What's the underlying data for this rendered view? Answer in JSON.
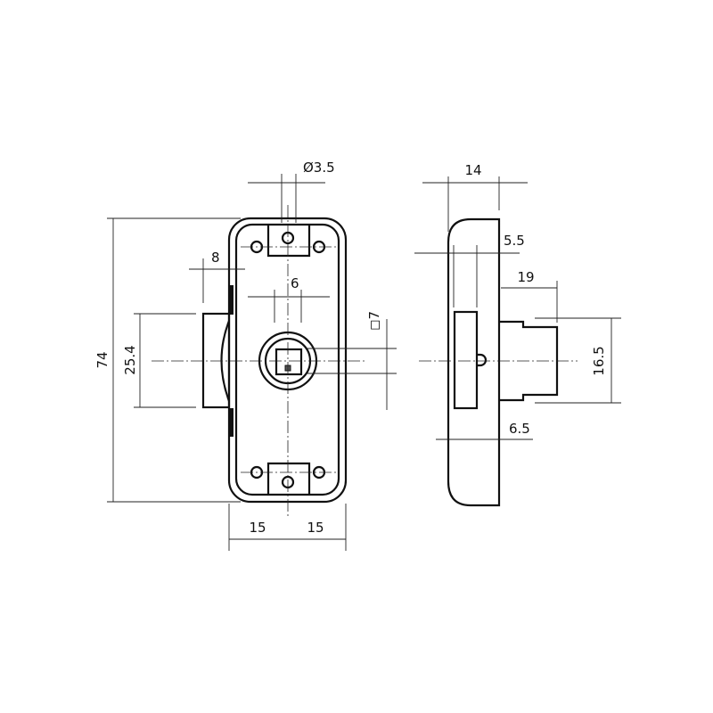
{
  "front_view": {
    "dims": {
      "height": "74",
      "bolt_height": "25.4",
      "bolt_offset": "8",
      "hole_diameter": "Ø3.5",
      "key_width": "6",
      "key_square": "◻7",
      "half_width_left": "15",
      "half_width_right": "15"
    }
  },
  "side_view": {
    "dims": {
      "depth": "14",
      "slot_offset": "5.5",
      "cylinder_length": "19",
      "cylinder_diameter": "16.5",
      "slot_depth": "6.5"
    }
  }
}
